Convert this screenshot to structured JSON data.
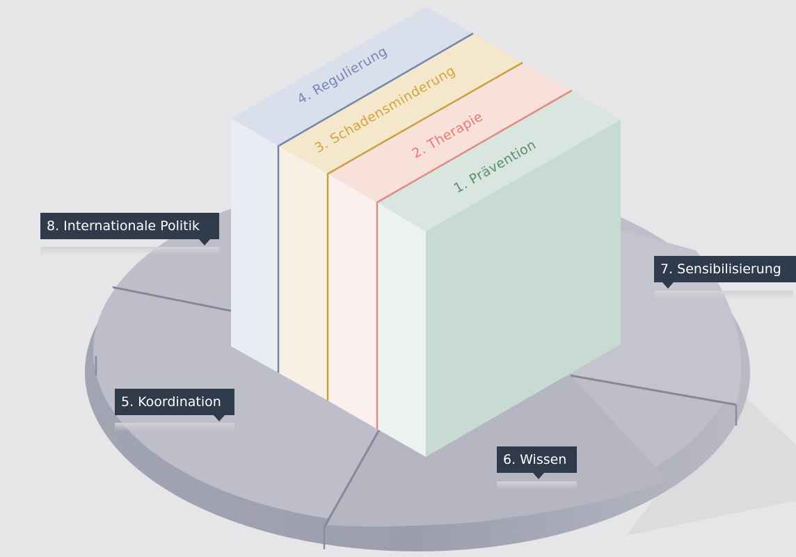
{
  "cube": {
    "pillars": [
      {
        "label": "1. Prävention",
        "text_color": "#5d8c74",
        "line_color": "#e08a80",
        "top_color": "#d9e6df",
        "front_color": "#edf1ef",
        "side_color": "#c8dbd3"
      },
      {
        "label": "2. Therapie",
        "text_color": "#e57a70",
        "line_color": "#e08a80",
        "top_color": "#f7e1da",
        "front_color": "#fbf0ed"
      },
      {
        "label": "3. Schadensminderung",
        "text_color": "#d3a43c",
        "line_color": "#c9a040",
        "top_color": "#f4e7cb",
        "front_color": "#f8f0e4"
      },
      {
        "label": "4. Regulierung",
        "text_color": "#7488b4",
        "line_color": "#7384ae",
        "top_color": "#dadfec",
        "front_color": "#e9ecf4"
      }
    ]
  },
  "disc": {
    "segments": [
      {
        "label": "8. Internationale Politik"
      },
      {
        "label": "7. Sensibilisierung"
      },
      {
        "label": "5. Koordination"
      },
      {
        "label": "6. Wissen"
      }
    ],
    "top_color": "#bcbdc8",
    "rim_color": "#9a9bab"
  }
}
